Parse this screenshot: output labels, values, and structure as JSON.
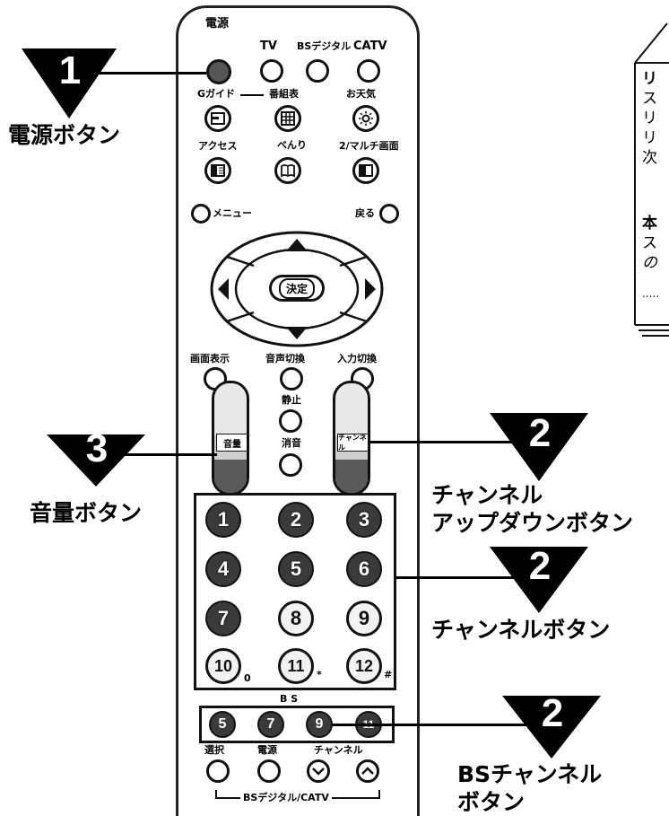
{
  "remote": {
    "power_label": "電源",
    "tv_label": "TV",
    "bs_digital_label": "BSデジタル",
    "catv_label": "CATV",
    "gguide_label": "Gガイド",
    "bangumi_label": "番組表",
    "weather_label": "お天気",
    "access_label": "アクセス",
    "benri_label": "べんり",
    "multi_label": "2/マルチ画面",
    "menu_label": "メニュー",
    "back_label": "戻る",
    "enter_label": "決定",
    "display_label": "画面表示",
    "audio_switch_label": "音声切換",
    "input_switch_label": "入力切換",
    "still_label": "静止",
    "mute_label": "消音",
    "volume_label": "音量",
    "channel_label": "チャンネル",
    "numbers": [
      "1",
      "2",
      "3",
      "4",
      "5",
      "6",
      "7",
      "8",
      "9",
      "10",
      "11",
      "12"
    ],
    "num_suffix_10": "0",
    "num_suffix_11": "*",
    "num_suffix_12": "#",
    "bs_label": "B S",
    "bs_numbers": [
      "5",
      "7",
      "9",
      "11"
    ],
    "bottom_labels": [
      "選択",
      "電源",
      "チャンネル"
    ],
    "bs_catv_label": "BSデジタル/CATV"
  },
  "callouts": {
    "c1_number": "1",
    "c1_text": "電源ボタン",
    "c3_number": "3",
    "c3_text": "音量ボタン",
    "c2a_number": "2",
    "c2a_text_line1": "チャンネル",
    "c2a_text_line2": "アップダウンボタン",
    "c2b_number": "2",
    "c2b_text": "チャンネルボタン",
    "c2c_number": "2",
    "c2c_text_line1": "BSチャンネル",
    "c2c_text_line2": "ボタン"
  },
  "side_panel": {
    "lines": [
      "リ",
      "ス",
      "リ",
      "リ",
      "次"
    ],
    "lines2": [
      "本",
      "ス",
      "の"
    ],
    "dots": "....."
  }
}
